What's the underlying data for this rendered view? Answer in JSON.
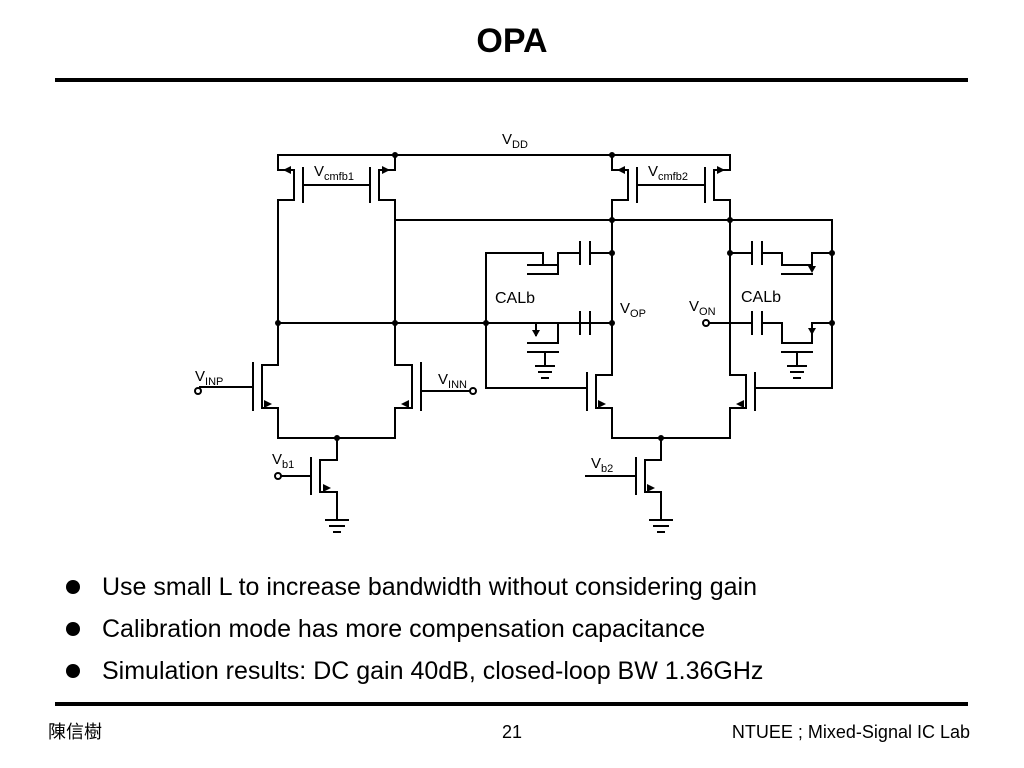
{
  "slide": {
    "title": "OPA",
    "page_number": "21",
    "author": "陳信樹",
    "lab": "NTUEE ; Mixed-Signal IC Lab"
  },
  "bullets": [
    "Use small L to increase bandwidth without considering gain",
    "Calibration mode has more compensation capacitance",
    "Simulation results: DC gain 40dB, closed-loop BW 1.36GHz"
  ],
  "schematic": {
    "vdd": {
      "main": "V",
      "sub": "DD"
    },
    "vcmfb1": {
      "main": "V",
      "sub": "cmfb1"
    },
    "vcmfb2": {
      "main": "V",
      "sub": "cmfb2"
    },
    "vinp": {
      "main": "V",
      "sub": "INP"
    },
    "vinn": {
      "main": "V",
      "sub": "INN"
    },
    "vb1": {
      "main": "V",
      "sub": "b1"
    },
    "vb2": {
      "main": "V",
      "sub": "b2"
    },
    "vop": {
      "main": "V",
      "sub": "OP"
    },
    "von": {
      "main": "V",
      "sub": "ON"
    },
    "calb_left": "CALb",
    "calb_right": "CALb"
  }
}
